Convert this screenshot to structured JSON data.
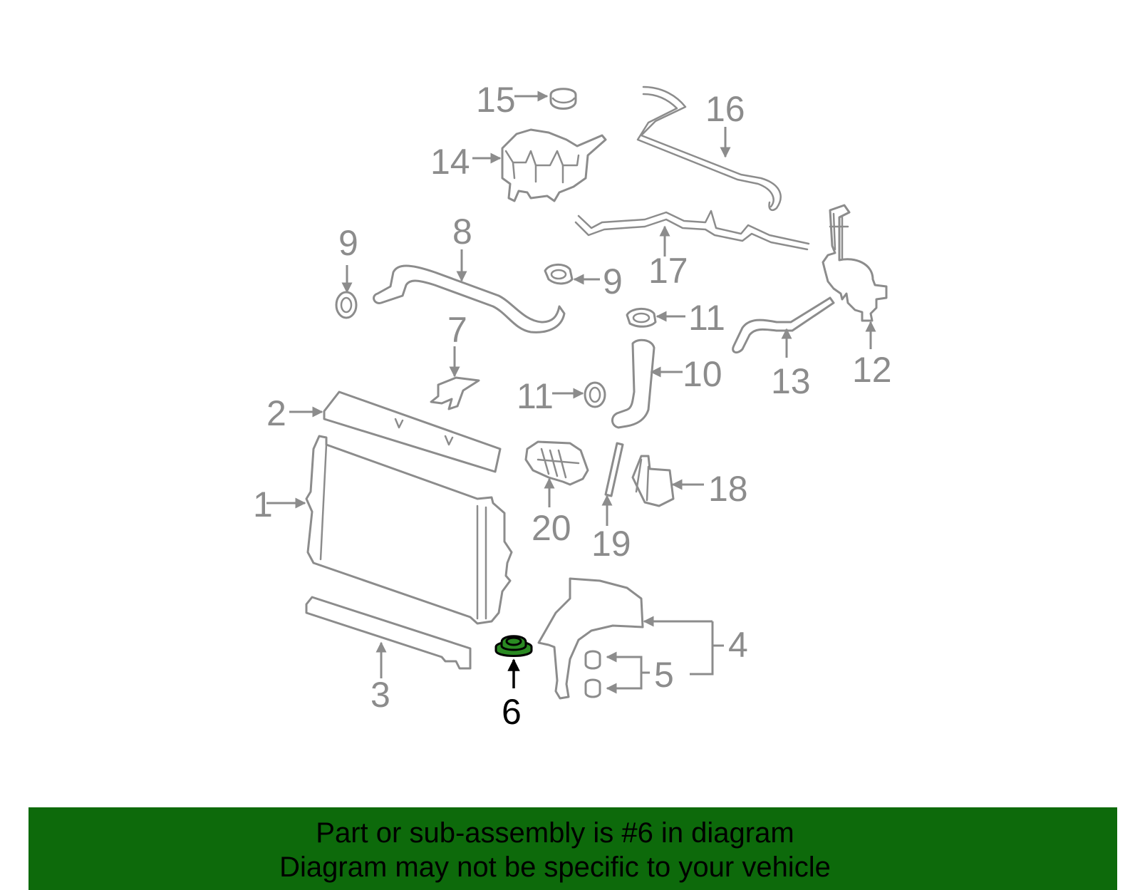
{
  "colors": {
    "part_stroke": "#8c8c8c",
    "highlight_fill": "#2a8a22",
    "banner_bg": "#0d6a0b",
    "text": "#000000"
  },
  "callouts": {
    "c1": "1",
    "c2": "2",
    "c3": "3",
    "c4": "4",
    "c5": "5",
    "c6": "6",
    "c7": "7",
    "c8": "8",
    "c9a": "9",
    "c9b": "9",
    "c10": "10",
    "c11a": "11",
    "c11b": "11",
    "c12": "12",
    "c13": "13",
    "c14": "14",
    "c15": "15",
    "c16": "16",
    "c17": "17",
    "c18": "18",
    "c19": "19",
    "c20": "20"
  },
  "highlighted_part": "6",
  "banner": {
    "line1": "Part or sub-assembly is #6 in diagram",
    "line2": "Diagram may not be specific to your vehicle"
  }
}
